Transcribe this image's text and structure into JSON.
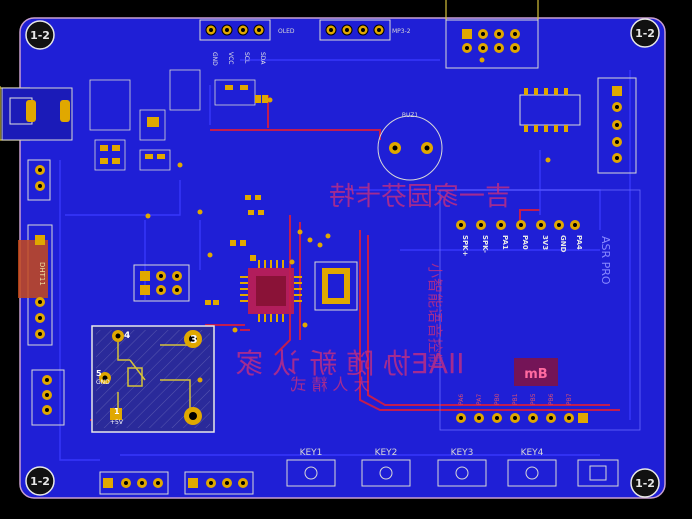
{
  "board": {
    "corner_label": "1-2",
    "fill_color": "#1f1fd6",
    "edge_color": "#d6c23a",
    "outline_color": "#c9a0d0",
    "pad_color": "#e0a800",
    "copper_front": "#c21d4f",
    "silk_color": "#e8e8e8",
    "bg_color": "#000000"
  },
  "headers": {
    "oled_title": "OLED",
    "oled_pins": [
      "GND",
      "VCC",
      "SCL",
      "SDA"
    ],
    "mid_title": "MP3-2",
    "right_pins": [
      "PA4",
      "GND",
      "3V3",
      "PA0",
      "PA1",
      "SPK-",
      "SPK+"
    ],
    "bottom_pins": [
      "PA6",
      "PA7",
      "PB0",
      "PB1",
      "PB5",
      "PB6",
      "PB7"
    ],
    "dht_label": "DHT11",
    "module_label": "ASR PRO"
  },
  "relay": {
    "pin4": "4",
    "pin3": "3",
    "pin5": "5",
    "pin5_sub": "GND",
    "pin1": "1",
    "pin1_sub": "+5V"
  },
  "keys": [
    "KEY1",
    "KEY2",
    "KEY3",
    "KEY4"
  ],
  "chinese_lines": {
    "line1": "吉一家园芬卡特",
    "line2": "小智能语音控制",
    "line3": "IIAE协 随 新 认 家",
    "line4": "大 人 精 式"
  },
  "small_labels": {
    "buzzer": "BUZ1",
    "ic_logo": "mB"
  }
}
